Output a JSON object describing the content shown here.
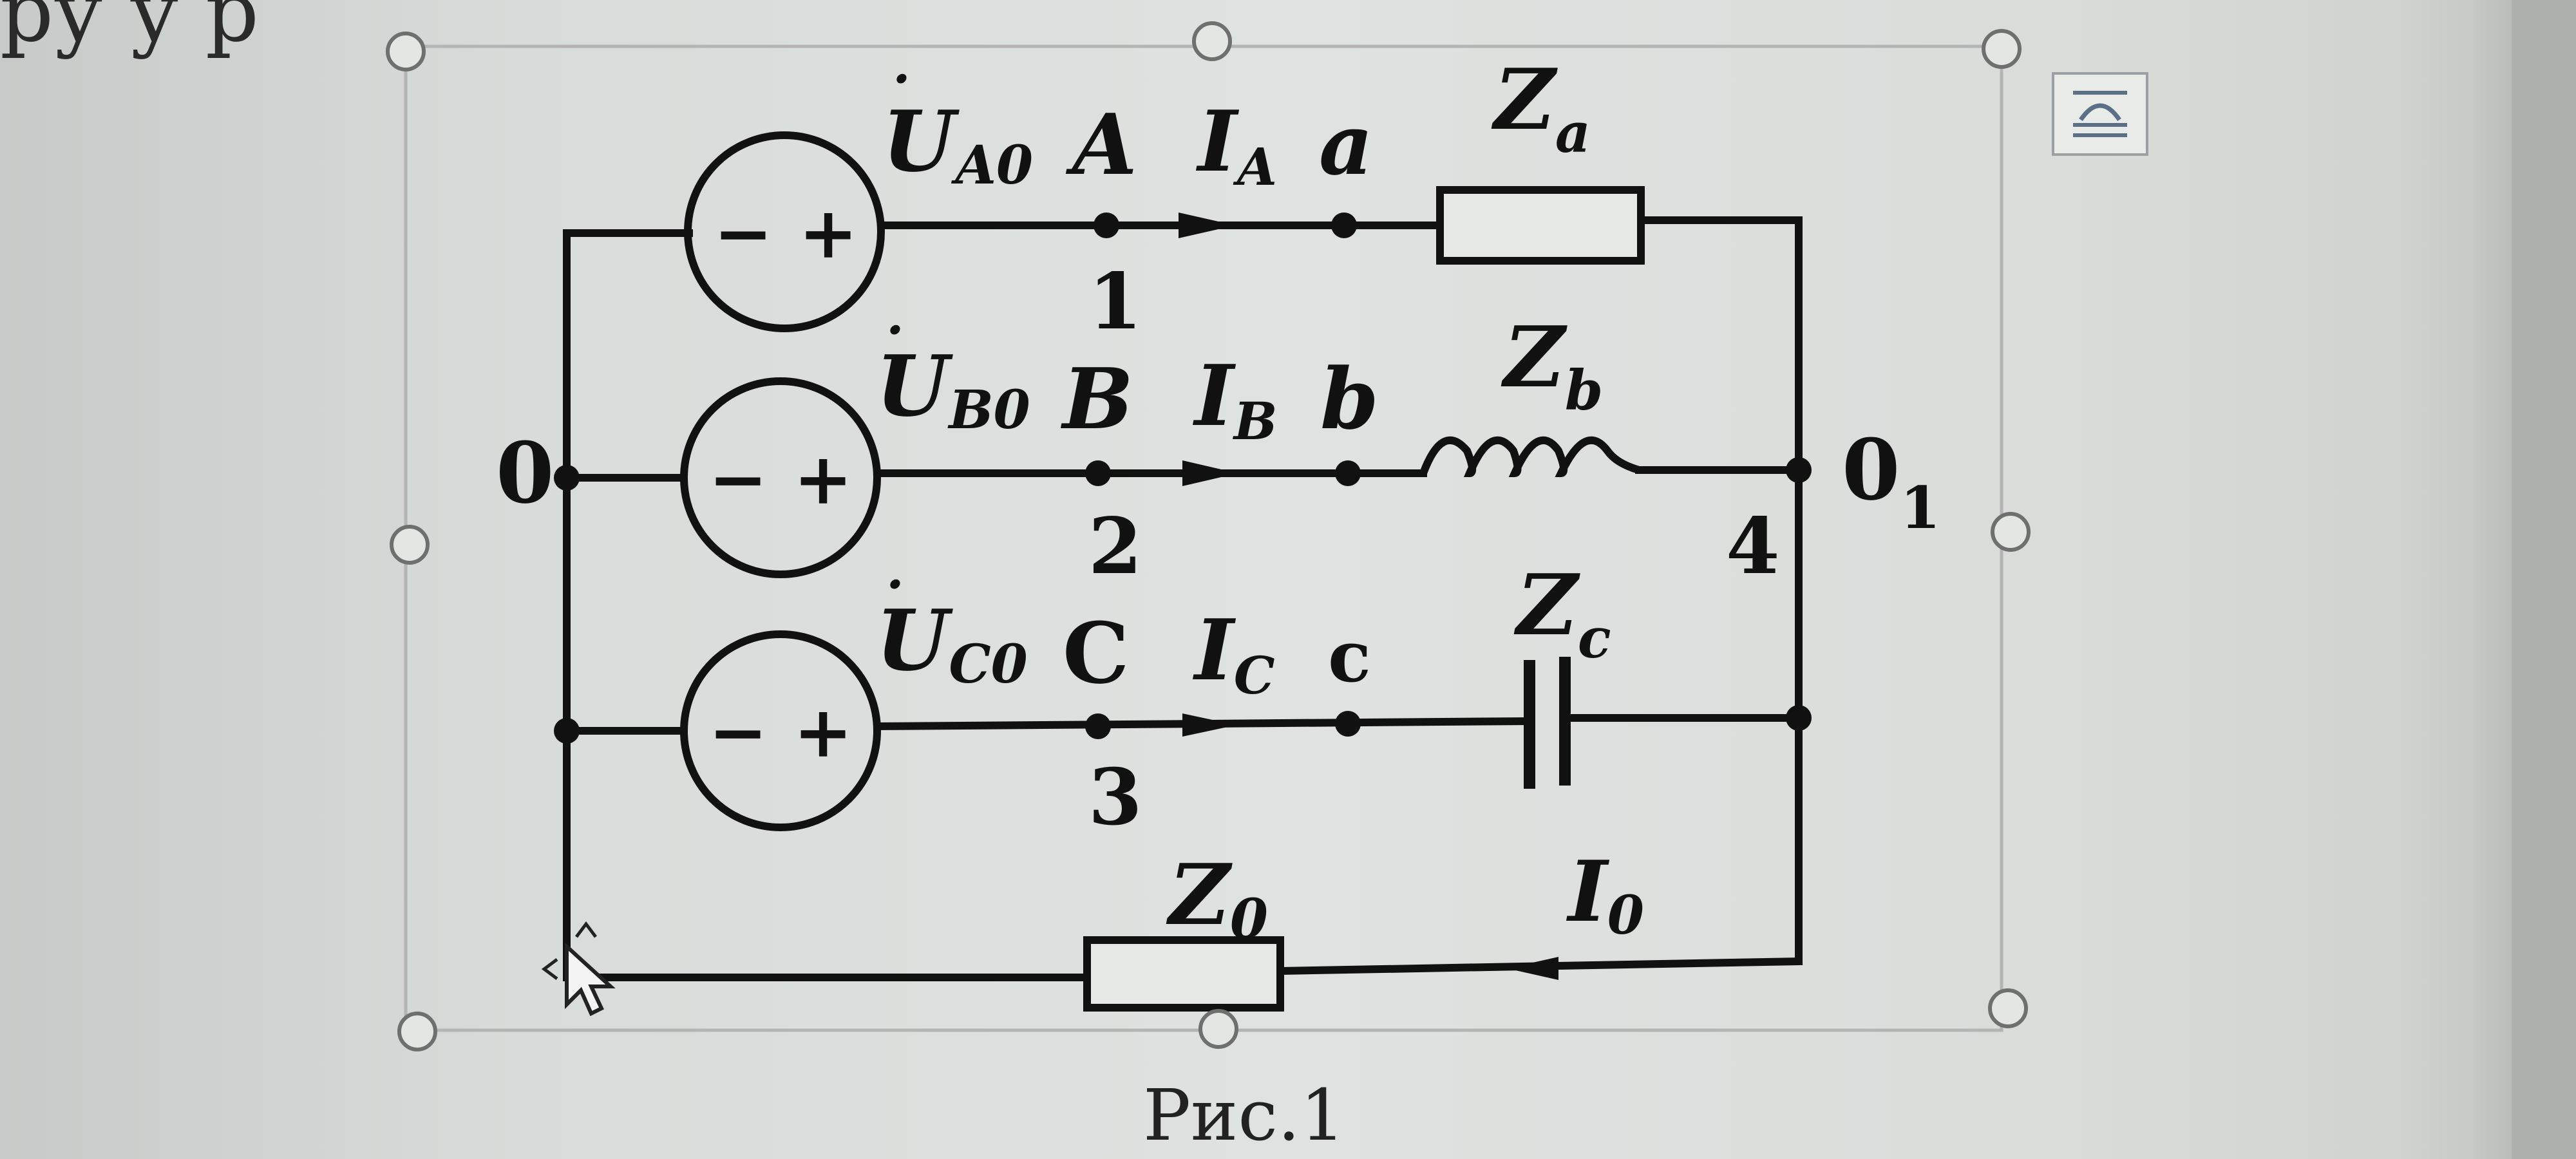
{
  "document": {
    "top_text": "ру у р",
    "caption": "Рис.1"
  },
  "diagram": {
    "sources": [
      {
        "label": "U",
        "sub": "A0",
        "node_upper": "A",
        "node_number": "1",
        "current": "I",
        "current_sub": "A",
        "node_lower": "a",
        "impedance": "Z",
        "impedance_sub": "a"
      },
      {
        "label": "U",
        "sub": "B0",
        "node_upper": "B",
        "node_number": "2",
        "current": "I",
        "current_sub": "B",
        "node_lower": "b",
        "impedance": "Z",
        "impedance_sub": "b"
      },
      {
        "label": "U",
        "sub": "C0",
        "node_upper": "C",
        "node_number": "3",
        "current": "I",
        "current_sub": "C",
        "node_lower": "c",
        "impedance": "Z",
        "impedance_sub": "c"
      }
    ],
    "source_minus": "−",
    "source_plus": "+",
    "neutral_left": "0",
    "neutral_right": "0",
    "neutral_right_sub": "1",
    "neutral_right_node": "4",
    "neutral_impedance": "Z",
    "neutral_impedance_sub": "0",
    "neutral_current": "I",
    "neutral_current_sub": "0"
  },
  "colors": {
    "ink": "#111111",
    "handle": "#6f6f6f",
    "selection_frame": "#b4b4b4"
  },
  "icons": {
    "layout_options": "layout-options-icon",
    "cursor": "move-cursor-icon"
  }
}
